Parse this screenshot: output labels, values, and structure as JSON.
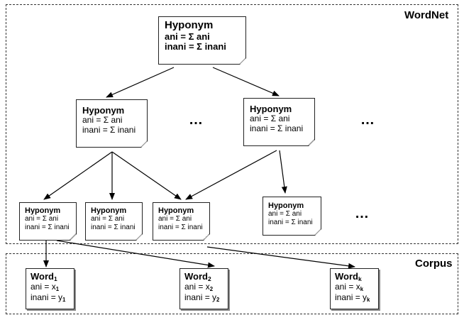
{
  "regions": {
    "wordnet_label": "WordNet",
    "corpus_label": "Corpus"
  },
  "ellipsis": "…",
  "nodes": {
    "root": {
      "title": "Hyponym",
      "line1": "ani = Σ ani",
      "line2": "inani = Σ inani"
    },
    "mid_left": {
      "title": "Hyponym",
      "line1": "ani = Σ ani",
      "line2": "inani = Σ inani"
    },
    "mid_right": {
      "title": "Hyponym",
      "line1": "ani = Σ ani",
      "line2": "inani = Σ inani"
    },
    "leaf_1": {
      "title": "Hyponym",
      "line1": "ani = Σ ani",
      "line2": "inani = Σ inani"
    },
    "leaf_2": {
      "title": "Hyponym",
      "line1": "ani = Σ ani",
      "line2": "inani = Σ inani"
    },
    "leaf_3": {
      "title": "Hyponym",
      "line1": "ani = Σ ani",
      "line2": "inani = Σ inani"
    },
    "leaf_4": {
      "title": "Hyponym",
      "line1": "ani = Σ ani",
      "line2": "inani = Σ inani"
    }
  },
  "words": {
    "word_1": {
      "name": "Word",
      "sub": "1",
      "ani_label": "ani = x",
      "ani_sub": "1",
      "inani_label": "inani = y",
      "inani_sub": "1"
    },
    "word_2": {
      "name": "Word",
      "sub": "2",
      "ani_label": "ani = x",
      "ani_sub": "2",
      "inani_label": "inani = y",
      "inani_sub": "2"
    },
    "word_k": {
      "name": "Word",
      "sub": "k",
      "ani_label": "ani = x",
      "ani_sub": "k",
      "inani_label": "inani = y",
      "inani_sub": "k"
    }
  }
}
